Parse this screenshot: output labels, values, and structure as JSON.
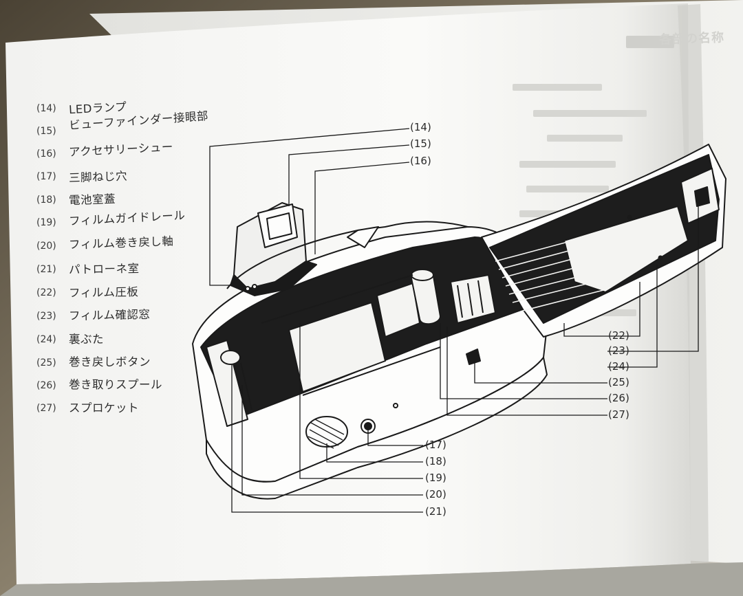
{
  "page_heading": "各部の名称",
  "legend": [
    {
      "num": "(14)",
      "label": "LEDランプ"
    },
    {
      "num": "(15)",
      "label": "ビューファインダー接眼部"
    },
    {
      "num": "(16)",
      "label": "アクセサリーシュー"
    },
    {
      "num": "(17)",
      "label": "三脚ねじ穴"
    },
    {
      "num": "(18)",
      "label": "電池室蓋"
    },
    {
      "num": "(19)",
      "label": "フィルムガイドレール"
    },
    {
      "num": "(20)",
      "label": "フィルム巻き戻し軸"
    },
    {
      "num": "(21)",
      "label": "パトローネ室"
    },
    {
      "num": "(22)",
      "label": "フィルム圧板"
    },
    {
      "num": "(23)",
      "label": "フィルム確認窓"
    },
    {
      "num": "(24)",
      "label": "裏ぶた"
    },
    {
      "num": "(25)",
      "label": "巻き戻しボタン"
    },
    {
      "num": "(26)",
      "label": "巻き取りスプール"
    },
    {
      "num": "(27)",
      "label": "スプロケット"
    }
  ],
  "callouts": {
    "c14": "(14)",
    "c15": "(15)",
    "c16": "(16)",
    "c17": "(17)",
    "c18": "(18)",
    "c19": "(19)",
    "c20": "(20)",
    "c21": "(21)",
    "c22": "(22)",
    "c23": "(23)",
    "c24": "(24)",
    "c25": "(25)",
    "c26": "(26)",
    "c27": "(27)"
  },
  "colors": {
    "paper": "#f7f7f5",
    "ink": "#1a1a1a",
    "table": "#6f6757"
  }
}
